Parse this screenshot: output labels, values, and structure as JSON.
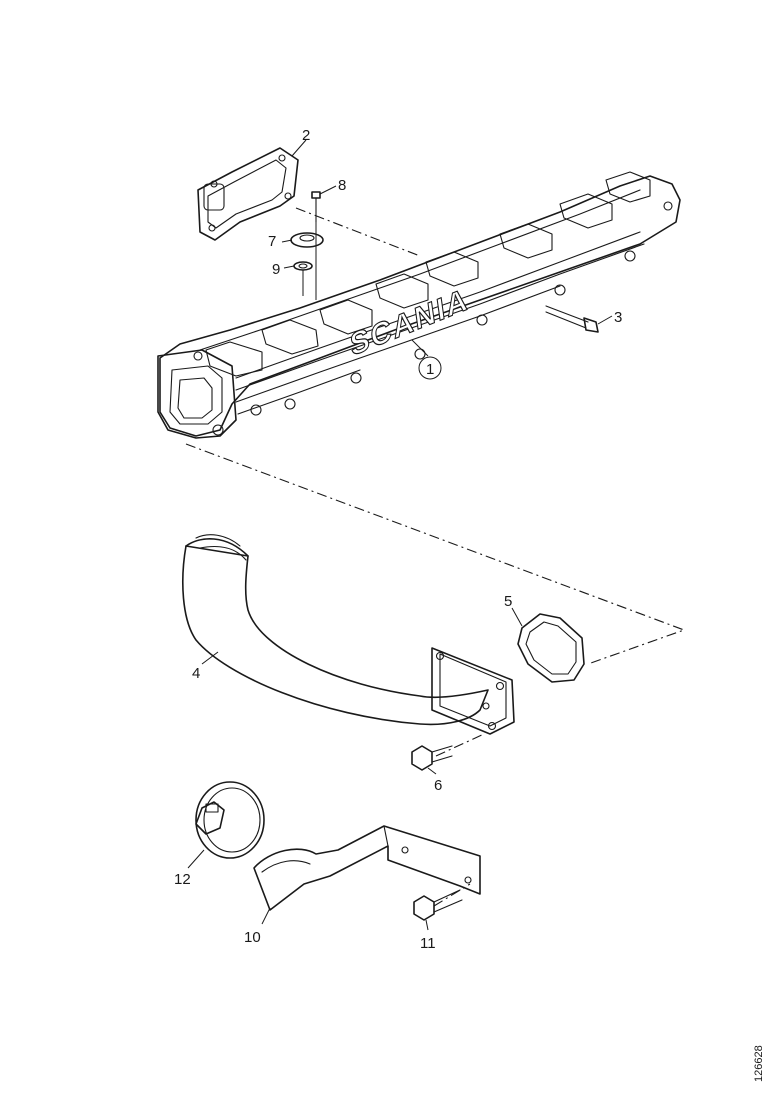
{
  "diagram": {
    "manifold_brand": "SCANIA",
    "callouts": {
      "p1": "1",
      "p2": "2",
      "p3": "3",
      "p4": "4",
      "p5": "5",
      "p6": "6",
      "p7": "7",
      "p8": "8",
      "p9": "9",
      "p10": "10",
      "p11": "11",
      "p12": "12"
    },
    "document_number": "126628"
  }
}
